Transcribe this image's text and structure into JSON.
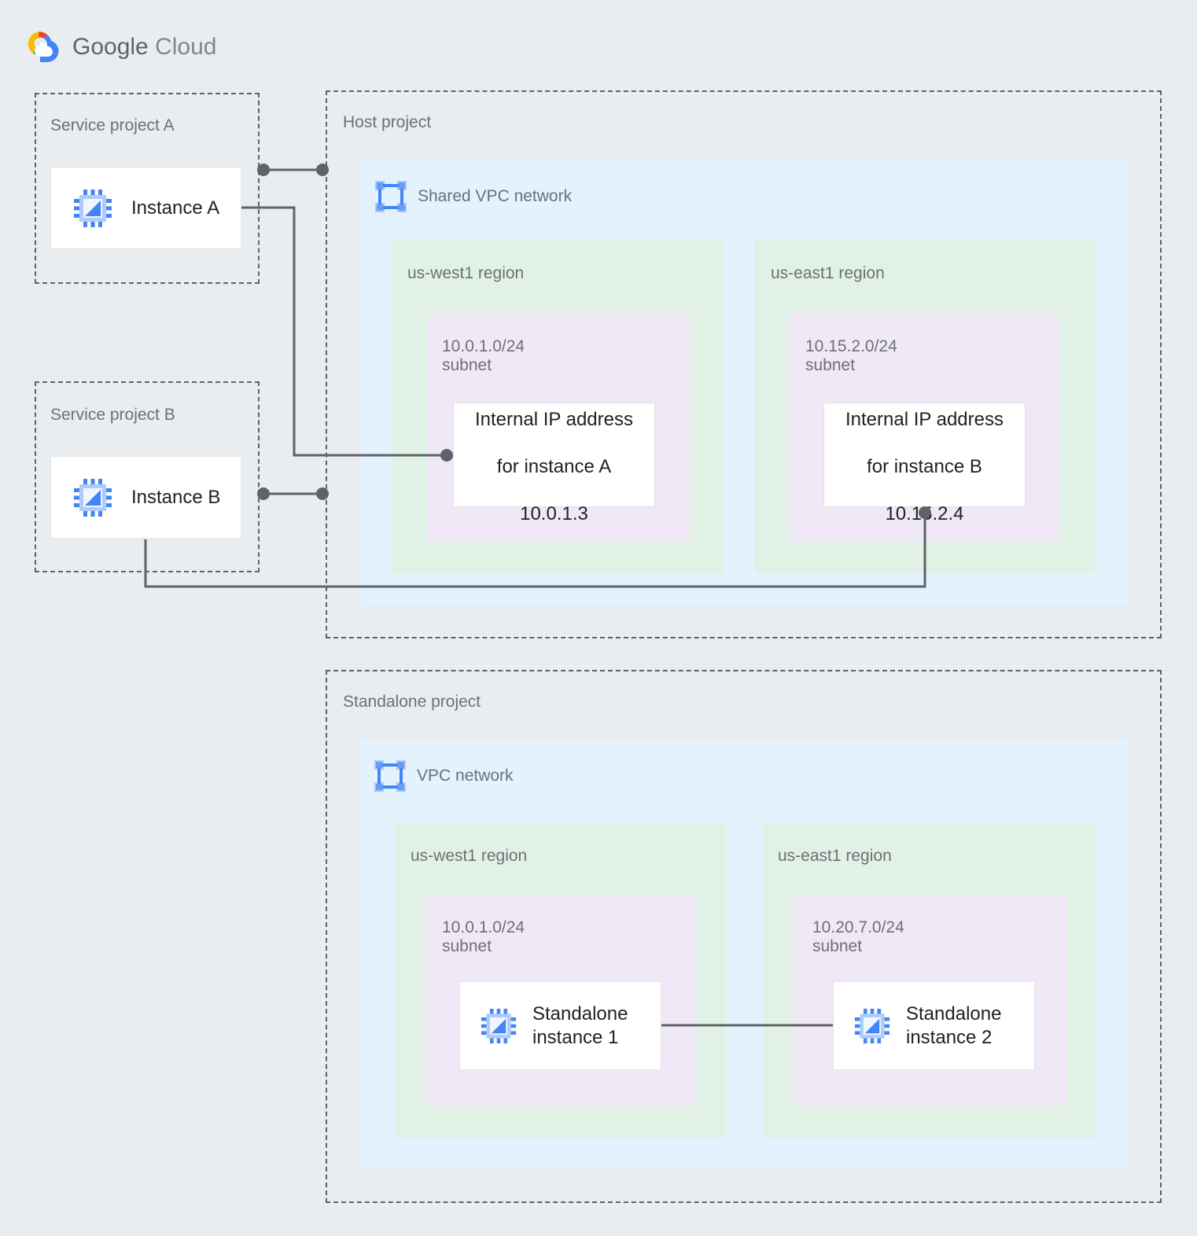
{
  "brand": {
    "name_bold": "Google",
    "name_light": "Cloud",
    "logo_icon": "google-cloud-logo",
    "colors": {
      "red": "#EA4335",
      "yellow": "#FBBC04",
      "green": "#34A853",
      "blue": "#4285F4"
    }
  },
  "theme": {
    "page_background": "#eaedef",
    "vpc_background": "#e3f2fd",
    "region_background": "#e2f1e6",
    "subnet_background": "#f1e8f7",
    "card_background": "#ffffff",
    "connector": "#5f6368",
    "label_text": "#6b7177",
    "body_text": "#202124",
    "icon_blue": "#4285f4",
    "icon_blue_light": "#a8c7fa"
  },
  "service_projects": [
    {
      "label": "Service project A",
      "instance": {
        "label": "Instance A",
        "icon": "cpu-chip-icon"
      }
    },
    {
      "label": "Service project B",
      "instance": {
        "label": "Instance B",
        "icon": "cpu-chip-icon"
      }
    }
  ],
  "host_project": {
    "label": "Host project",
    "network": {
      "title": "Shared VPC network",
      "icon": "vpc-network-icon",
      "regions": [
        {
          "label": "us-west1 region",
          "subnet": {
            "cidr": "10.0.1.0/24",
            "kind": "subnet",
            "resource": {
              "line1": "Internal IP address",
              "line2": "for instance A",
              "line3": "10.0.1.3"
            }
          }
        },
        {
          "label": "us-east1 region",
          "subnet": {
            "cidr": "10.15.2.0/24",
            "kind": "subnet",
            "resource": {
              "line1": "Internal IP address",
              "line2": "for instance B",
              "line3": "10.15.2.4"
            }
          }
        }
      ]
    }
  },
  "standalone_project": {
    "label": "Standalone project",
    "network": {
      "title": "VPC network",
      "icon": "vpc-network-icon",
      "regions": [
        {
          "label": "us-west1 region",
          "subnet": {
            "cidr": "10.0.1.0/24",
            "kind": "subnet",
            "instance": {
              "line1": "Standalone",
              "line2": "instance 1",
              "icon": "cpu-chip-icon"
            }
          }
        },
        {
          "label": "us-east1 region",
          "subnet": {
            "cidr": "10.20.7.0/24",
            "kind": "subnet",
            "instance": {
              "line1": "Standalone",
              "line2": "instance 2",
              "icon": "cpu-chip-icon"
            }
          }
        }
      ]
    }
  },
  "connections": [
    {
      "id": "instance-a-to-host-project",
      "from": "Instance A",
      "to": "Host project boundary",
      "style": "dot-line-dot"
    },
    {
      "id": "instance-a-to-internal-ip-a",
      "from": "Instance A",
      "to": "Internal IP address for instance A 10.0.1.3",
      "style": "elbow-with-dot"
    },
    {
      "id": "instance-b-to-host-project",
      "from": "Instance B",
      "to": "Host project boundary",
      "style": "dot-line-dot"
    },
    {
      "id": "instance-b-to-internal-ip-b",
      "from": "Instance B",
      "to": "Internal IP address for instance B 10.15.2.4",
      "style": "elbow-with-dot"
    },
    {
      "id": "standalone-1-to-standalone-2",
      "from": "Standalone instance 1",
      "to": "Standalone instance 2",
      "style": "straight-line"
    }
  ]
}
